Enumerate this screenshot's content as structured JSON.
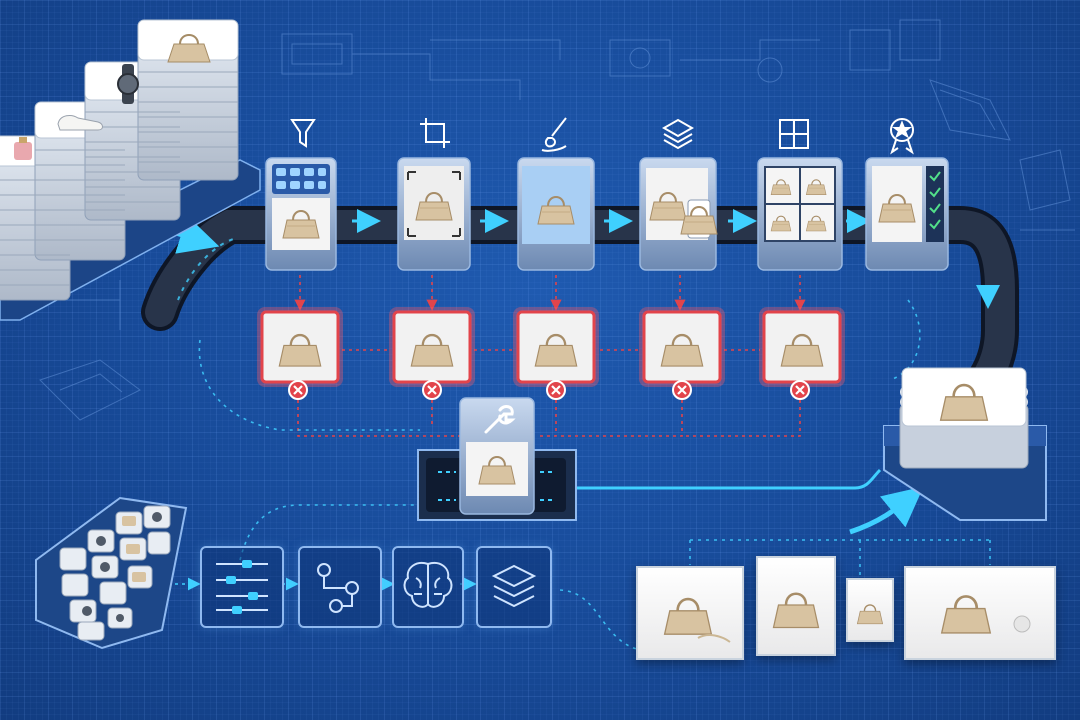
{
  "diagram": {
    "nodes": [
      {
        "id": "product-stacks",
        "icon": "product-stack-icon"
      },
      {
        "id": "stage-filter",
        "icon": "filter-icon"
      },
      {
        "id": "stage-crop",
        "icon": "crop-icon"
      },
      {
        "id": "stage-retouch",
        "icon": "brush-icon"
      },
      {
        "id": "stage-composite",
        "icon": "layers-icon"
      },
      {
        "id": "stage-grid",
        "icon": "grid-icon"
      },
      {
        "id": "stage-certified",
        "icon": "badge-icon"
      },
      {
        "id": "repair-station",
        "icon": "wrench-icon"
      },
      {
        "id": "output-bin",
        "icon": "bag-icon"
      },
      {
        "id": "source-tray",
        "icon": "watch-icon"
      },
      {
        "id": "tool-sliders",
        "icon": "sliders-icon"
      },
      {
        "id": "tool-workflow",
        "icon": "workflow-icon"
      },
      {
        "id": "tool-ai",
        "icon": "brain-icon"
      },
      {
        "id": "tool-layers",
        "icon": "layers-icon"
      },
      {
        "id": "variant-outputs",
        "icon": "bag-icon"
      }
    ],
    "edges": [
      {
        "from": "product-stacks",
        "to": "stage-filter"
      },
      {
        "from": "stage-filter",
        "to": "stage-crop"
      },
      {
        "from": "stage-crop",
        "to": "stage-retouch"
      },
      {
        "from": "stage-retouch",
        "to": "stage-composite"
      },
      {
        "from": "stage-composite",
        "to": "stage-grid"
      },
      {
        "from": "stage-grid",
        "to": "stage-certified"
      },
      {
        "from": "stage-certified",
        "to": "output-bin"
      },
      {
        "from": "repair-station",
        "to": "output-bin"
      },
      {
        "from": "source-tray",
        "to": "tool-sliders"
      },
      {
        "from": "tool-sliders",
        "to": "tool-workflow"
      },
      {
        "from": "tool-workflow",
        "to": "tool-ai"
      },
      {
        "from": "tool-ai",
        "to": "tool-layers"
      },
      {
        "from": "tool-layers",
        "to": "variant-outputs"
      },
      {
        "from": "variant-outputs",
        "to": "output-bin"
      }
    ],
    "reject_count": 5,
    "status_icons": {
      "reject": "x-circle-icon",
      "approve": "checkmark-icon"
    },
    "colors": {
      "background": "#174a98",
      "accent_flow": "#3fd0ff",
      "reject": "#e2444b",
      "conveyor": "#1e2a3c",
      "panel": "#d7e4f5",
      "bag": "#d8c3a1"
    }
  }
}
